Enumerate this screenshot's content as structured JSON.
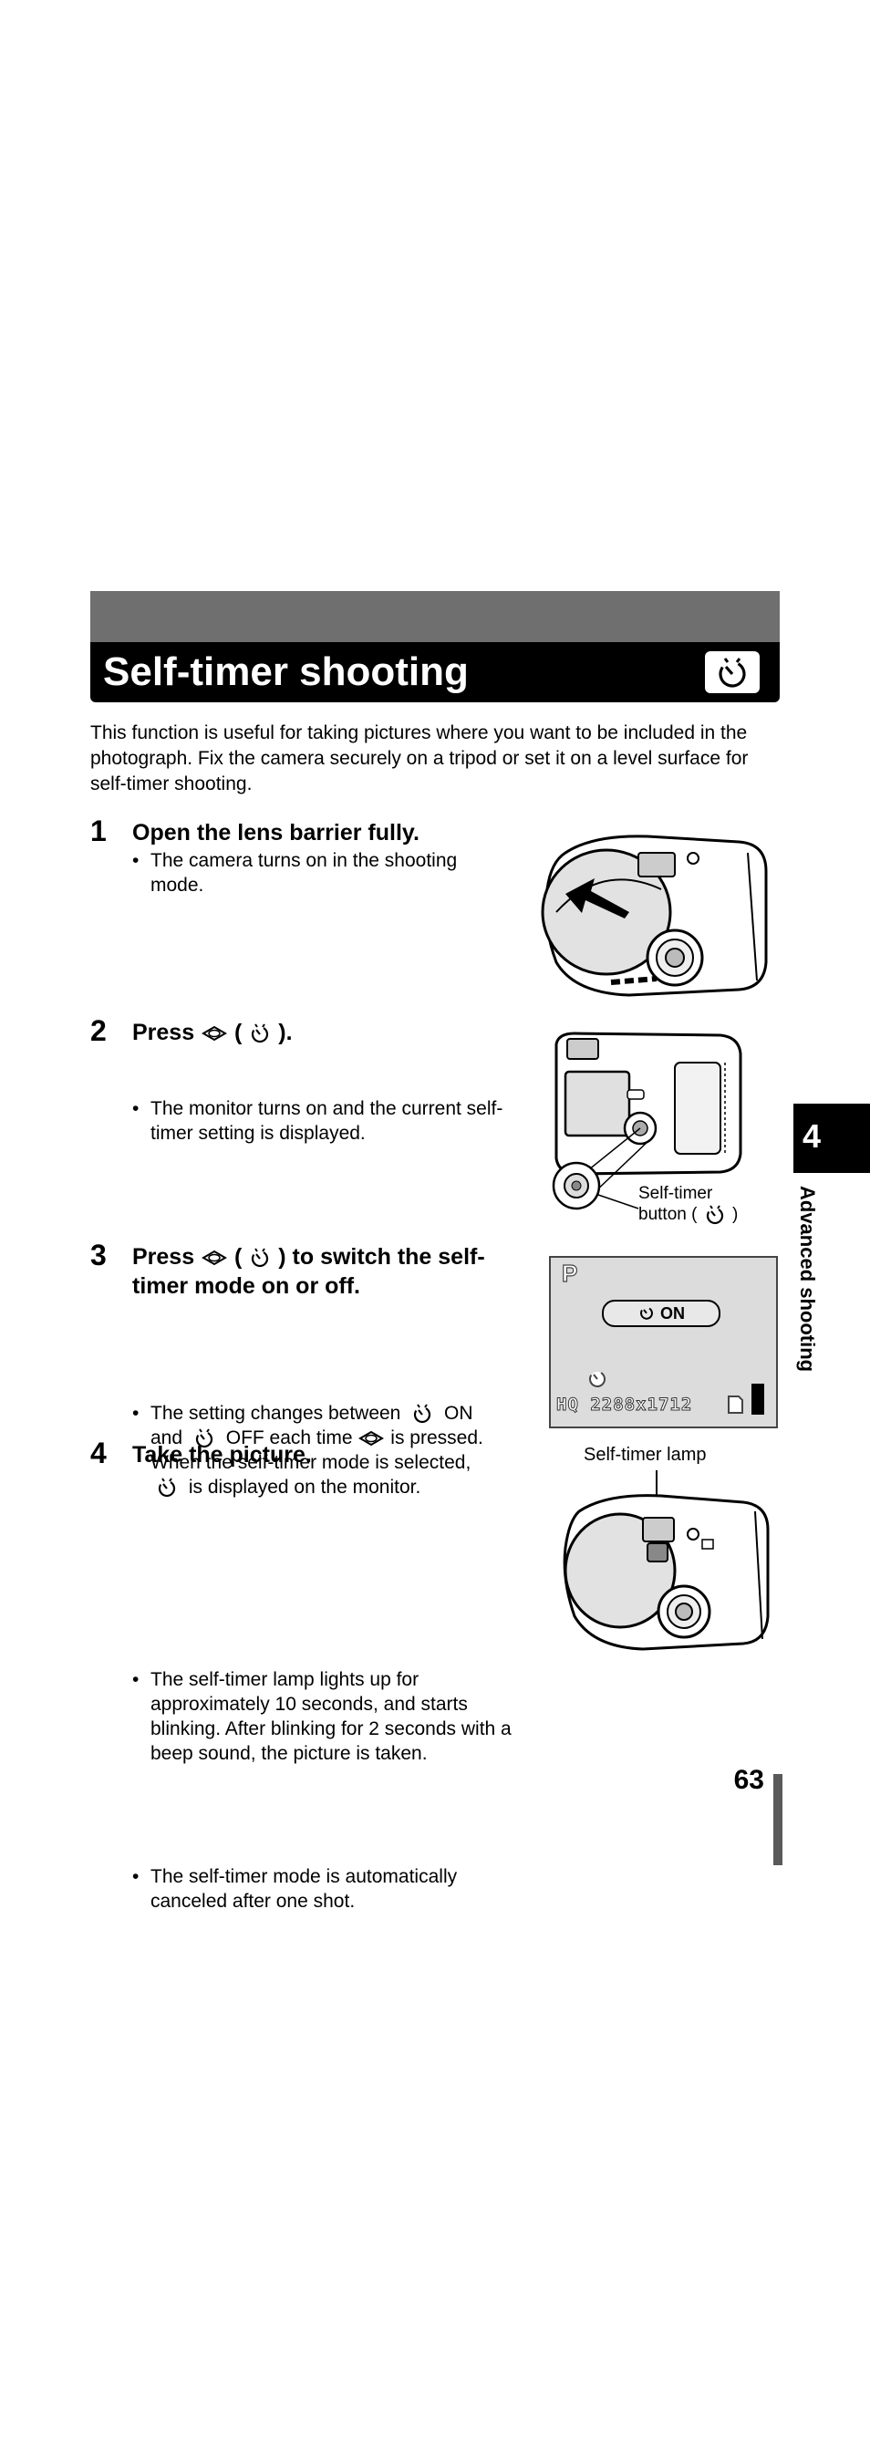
{
  "header": {
    "title": "Self-timer shooting",
    "icon": "self-timer-icon"
  },
  "intro": "This function is useful for taking pictures where you want to be included in the photograph. Fix the camera securely on a tripod or set it on a level surface for self-timer shooting.",
  "steps": [
    {
      "number": "1",
      "heading": "Open the lens barrier fully.",
      "bullets": [
        "The camera turns on in the shooting mode."
      ]
    },
    {
      "number": "2",
      "heading_pre": "Press",
      "heading_open": "(",
      "heading_close": ").",
      "bullets": [
        "The monitor turns on and the current self-timer setting is displayed."
      ],
      "callout_line1": "Self-timer",
      "callout_line2_pre": "button (",
      "callout_line2_post": ")"
    },
    {
      "number": "3",
      "heading_pre": "Press",
      "heading_open": "(",
      "heading_mid": ") to switch the self-",
      "heading_line2": "timer mode on or off.",
      "bullet_a1": "The setting changes between",
      "bullet_a2": "ON",
      "bullet_b1": "and",
      "bullet_b2": "OFF each time",
      "bullet_b3": "is pressed.",
      "bullet_c": "When the self-timer mode is selected,",
      "bullet_d": "is displayed on the monitor."
    },
    {
      "number": "4",
      "heading": "Take the picture.",
      "bullets": [
        "The self-timer lamp lights up for approximately 10 seconds, and starts blinking. After blinking for 2 seconds with a beep sound, the picture is taken.",
        "The self-timer mode is automatically canceled after one shot."
      ],
      "lamp_label": "Self-timer lamp"
    }
  ],
  "lcd": {
    "mode": "P",
    "badge": "ON",
    "status": "HQ 2288x1712"
  },
  "side_tab": {
    "number": "4",
    "label": "Advanced shooting"
  },
  "page_number": "63"
}
